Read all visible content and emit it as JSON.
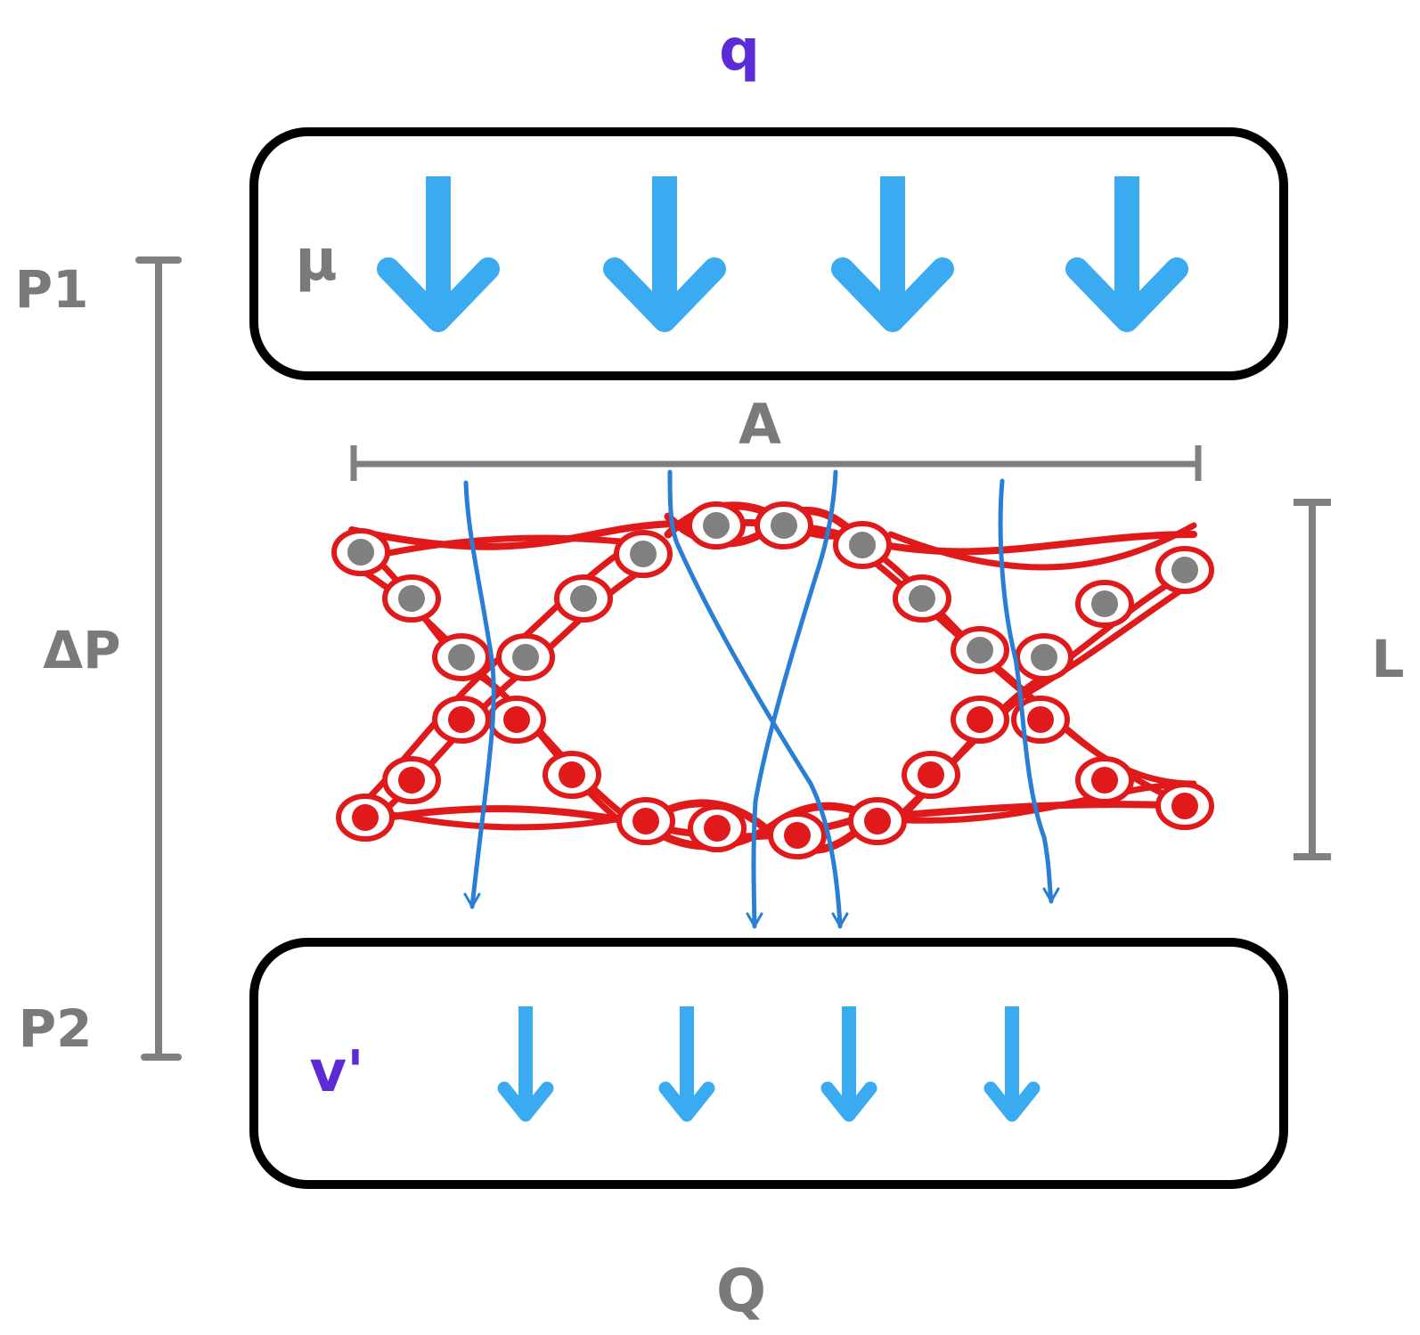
{
  "labels": {
    "q": "q",
    "mu": "μ",
    "p1": "P1",
    "delta_p": "ΔP",
    "a": "A",
    "l": "L",
    "p2": "P2",
    "v_prime": "v'",
    "big_q": "Q"
  },
  "colors": {
    "inflow_arrow": "#3aabf0",
    "outflow_arrow": "#3aabf0",
    "strand": "#2a7ed4",
    "network": "#e01a1a",
    "node_gray": "#808080",
    "node_red": "#e01a1a",
    "dimension": "#808080",
    "label_gray": "#7a7a7a",
    "label_purple": "#5b2bd6",
    "box_border": "#000000"
  },
  "icons": {
    "inflow": "down-arrow-icon",
    "outflow": "down-arrow-icon"
  }
}
